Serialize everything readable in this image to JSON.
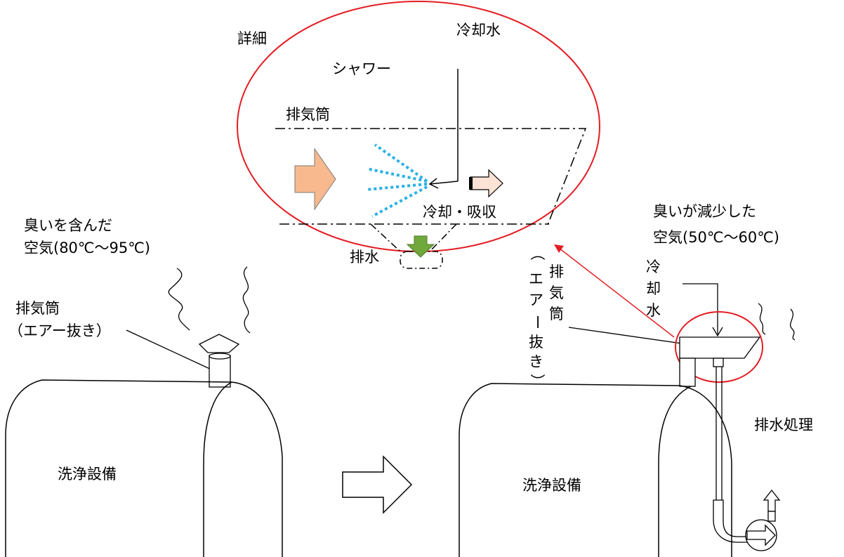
{
  "detail": {
    "label": "詳細",
    "cooling_water": "冷却水",
    "shower": "シャワー",
    "exhaust_pipe": "排気筒",
    "cooling_absorption": "冷却・吸収",
    "drain": "排水"
  },
  "before": {
    "odor_line1": "臭いを含んだ",
    "odor_line2": "空気(80℃～95℃)",
    "exhaust_line1": "排気筒",
    "exhaust_line2": "（エアー抜き）",
    "equipment": "洗浄設備"
  },
  "after": {
    "odor_line1": "臭いが減少した",
    "odor_line2": "空気(50℃～60℃)",
    "cooling_water_v": [
      "冷",
      "却",
      "水"
    ],
    "exhaust_v": [
      "排",
      "気",
      "筒"
    ],
    "air_release_v": [
      "（",
      "エ",
      "ア",
      "ー",
      "抜",
      "き",
      "）"
    ],
    "drain_treatment": "排水処理",
    "equipment": "洗浄設備"
  },
  "colors": {
    "callout_red": "#e31e24",
    "air_in_arrow": "#f8b98f",
    "air_out_arrow": "#fde3d5",
    "drain_arrow": "#70a83c",
    "spray": "#2ab0e8"
  }
}
